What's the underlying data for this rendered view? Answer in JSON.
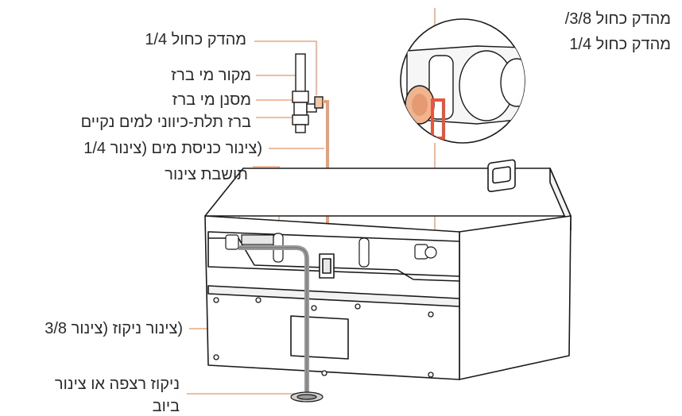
{
  "labels": {
    "clip_quarter_top": "מהדק כחול 1/4",
    "tap_water_source": "מקור מי ברז",
    "tap_water_filter": "מסנן מי ברז",
    "three_way_valve": "ברז תלת-כיווני למים נקיים",
    "inlet_tube": "(צינור כניסת מים (צינור 1/4",
    "tube_holder": "תושבת צינור",
    "clip_callout_line1": "מהדק כחול 3/8/",
    "clip_callout_line2": "מהדק כחול 1/4",
    "drain_tube": "(צינור ניקוז (צינור 3/8",
    "floor_drain_line1": "ניקוז רצפה או צינור",
    "floor_drain_line2": "ביוב"
  },
  "colors": {
    "leader_line": "#e8956a",
    "inlet_tube": "#e5a27a",
    "drain_tube": "#9a9a9a",
    "clip_highlight": "#e8553b",
    "outline": "#1a1a1a"
  }
}
